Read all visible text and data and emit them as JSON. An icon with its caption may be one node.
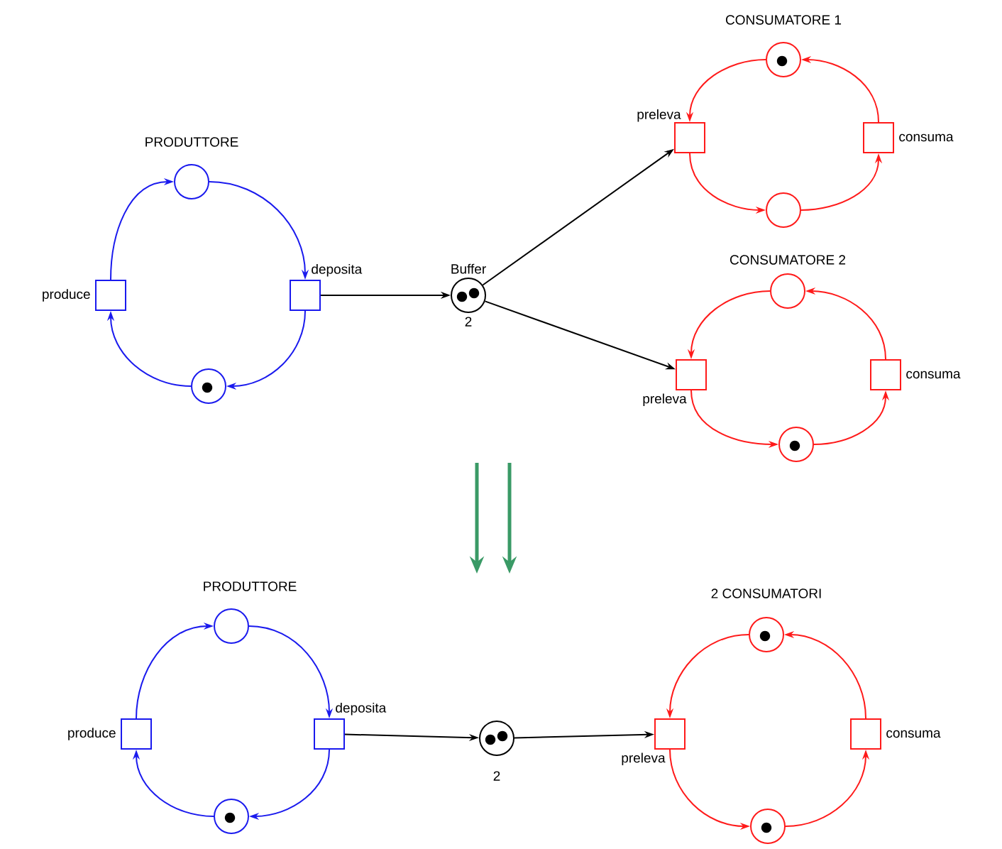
{
  "diagram": {
    "nodes": [
      {
        "text": [],
        "shape": "circle"
      },
      {
        "text": [
          "produce"
        ]
      },
      {
        "text": [
          "deposita"
        ]
      },
      {
        "text": [],
        "shape": "circle"
      },
      {
        "text": [
          "Buffer"
        ],
        "beside": [
          "2"
        ]
      },
      {
        "text": [],
        "shape": "circle"
      },
      {
        "text": [
          "preleva"
        ]
      },
      {
        "text": [
          "consuma"
        ]
      },
      {
        "text": [],
        "shape": "circle"
      },
      {
        "text": [],
        "shape": "circle"
      },
      {
        "text": [
          "preleva"
        ]
      },
      {
        "text": [
          "consuma"
        ]
      },
      {
        "text": [],
        "shape": "circle"
      },
      {
        "text": [],
        "shape": "circle"
      },
      {
        "text": [
          "produce"
        ]
      },
      {
        "text": [
          "deposita"
        ]
      },
      {
        "text": [],
        "shape": "circle"
      },
      {
        "text": [],
        "shape": "circle",
        "beside": [
          "2"
        ]
      },
      {
        "text": [
          "preleva"
        ]
      },
      {
        "text": [
          "consuma"
        ]
      },
      {
        "text": [],
        "shape": "circle"
      },
      {
        "text": [],
        "shape": "circle"
      }
    ],
    "edges": [
      {
        "from": 1,
        "to": 0,
        "arrow": "to",
        "color": "#1a1aee"
      },
      {
        "from": 0,
        "to": 2,
        "arrow": "to",
        "color": "#1a1aee"
      },
      {
        "from": 2,
        "to": 3,
        "arrow": "to",
        "color": "#1a1aee"
      },
      {
        "from": 3,
        "to": 1,
        "arrow": "to",
        "color": "#1a1aee"
      },
      {
        "from": 2,
        "to": 4,
        "arrow": "to",
        "color": "#000000"
      },
      {
        "from": 4,
        "to": 6,
        "arrow": "to",
        "color": "#000000"
      },
      {
        "from": 5,
        "to": 6,
        "arrow": "to"
      },
      {
        "from": 6,
        "to": 8,
        "arrow": "to"
      },
      {
        "from": 8,
        "to": 7,
        "arrow": "to"
      },
      {
        "from": 7,
        "to": 5,
        "arrow": "to"
      },
      {
        "from": 4,
        "to": 10,
        "arrow": "to",
        "color": "#000000"
      },
      {
        "from": 9,
        "to": 10,
        "arrow": "to"
      },
      {
        "from": 10,
        "to": 12,
        "arrow": "to"
      },
      {
        "from": 12,
        "to": 11,
        "arrow": "to"
      },
      {
        "from": 11,
        "to": 9,
        "arrow": "to"
      },
      {
        "from": 14,
        "to": 13,
        "arrow": "to",
        "color": "#1a1aee"
      },
      {
        "from": 13,
        "to": 15,
        "arrow": "to",
        "color": "#1a1aee"
      },
      {
        "from": 15,
        "to": 16,
        "arrow": "to",
        "color": "#1a1aee"
      },
      {
        "from": 16,
        "to": 14,
        "arrow": "to",
        "color": "#1a1aee"
      },
      {
        "from": 15,
        "to": 17,
        "arrow": "to",
        "color": "#000000"
      },
      {
        "from": 17,
        "to": 18,
        "arrow": "to",
        "color": "#000000"
      },
      {
        "from": 20,
        "to": 18,
        "arrow": "to"
      },
      {
        "from": 18,
        "to": 21,
        "arrow": "to"
      },
      {
        "from": 21,
        "to": 19,
        "arrow": "to"
      },
      {
        "from": 19,
        "to": 20,
        "arrow": "to"
      }
    ],
    "labels": [
      "CONSUMATORE 1",
      "PRODUTTORE",
      "CONSUMATORE 2",
      "PRODUTTORE",
      "2 CONSUMATORI"
    ]
  }
}
